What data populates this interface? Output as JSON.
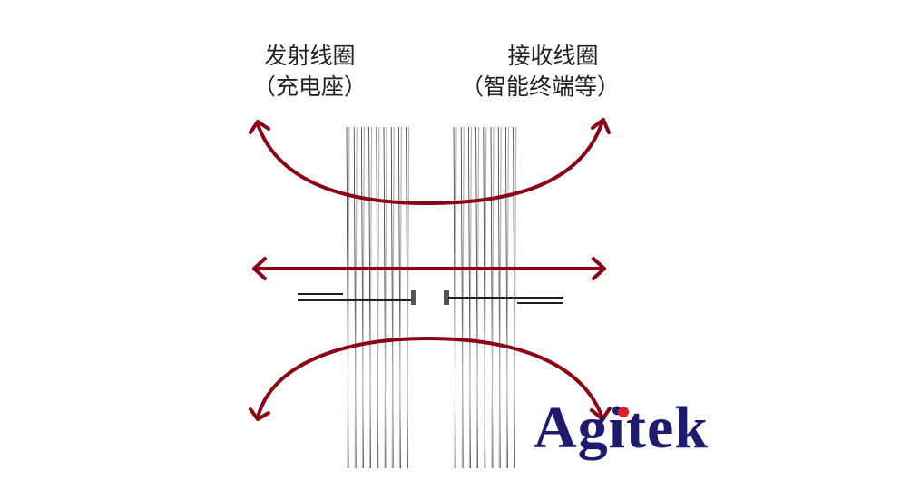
{
  "transmitter": {
    "title": "发射线圈",
    "subtitle": "（充电座）"
  },
  "receiver": {
    "title": "接收线圈",
    "subtitle": "（智能终端等）"
  },
  "logo": {
    "text": "Agitek",
    "text_color": "#1f1a6e",
    "dot_color": "#e02020"
  },
  "colors": {
    "field_arrow": "#8b0015",
    "coil_wire_dark": "#333333",
    "coil_wire_light": "#b5b5b5",
    "lead_wire": "#231f20",
    "terminal": "#555555"
  },
  "field_lines": [
    {
      "name": "upper-field-arc",
      "direction": "both-ends-up"
    },
    {
      "name": "middle-field-line",
      "direction": "bidirectional-horizontal"
    },
    {
      "name": "lower-field-arc",
      "direction": "both-ends-down"
    }
  ]
}
